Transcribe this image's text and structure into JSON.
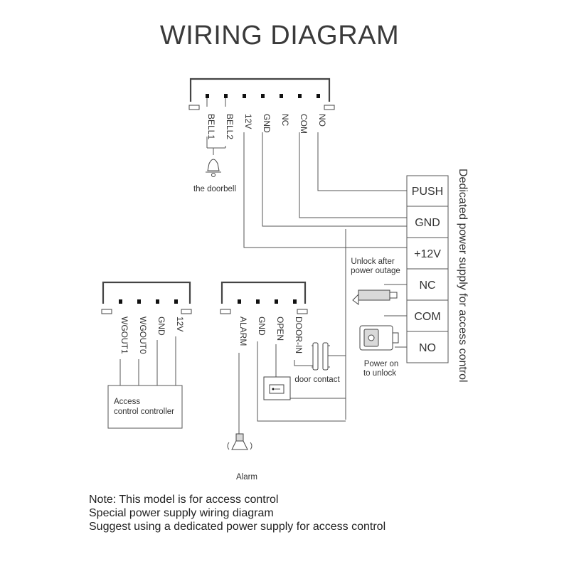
{
  "title": "WIRING DIAGRAM",
  "top_connector": {
    "pins": [
      "BELL1",
      "BELL2",
      "12V",
      "GND",
      "NC",
      "COM",
      "NO"
    ]
  },
  "doorbell_label": "the doorbell",
  "power_supply": {
    "side_label": "Dedicated power supply for access control",
    "terminals": [
      "PUSH",
      "GND",
      "+12V",
      "NC",
      "COM",
      "NO"
    ]
  },
  "lock_labels": {
    "unlock_after_line1": "Unlock after",
    "unlock_after_line2": "power outage",
    "power_on_line1": "Power on",
    "power_on_line2": "to unlock"
  },
  "wiegand_connector": {
    "pins": [
      "WGOUT1",
      "WGOUT0",
      "GND",
      "12V"
    ]
  },
  "controller_label_line1": "Access",
  "controller_label_line2": "control controller",
  "alarm_connector": {
    "pins": [
      "ALARM",
      "GND",
      "OPEN",
      "DOOR-IN"
    ]
  },
  "door_contact_label": "door contact",
  "alarm_label": "Alarm",
  "notes": [
    "Note: This model is for access control",
    "Special power supply wiring diagram",
    "Suggest using a dedicated power supply for access control"
  ]
}
